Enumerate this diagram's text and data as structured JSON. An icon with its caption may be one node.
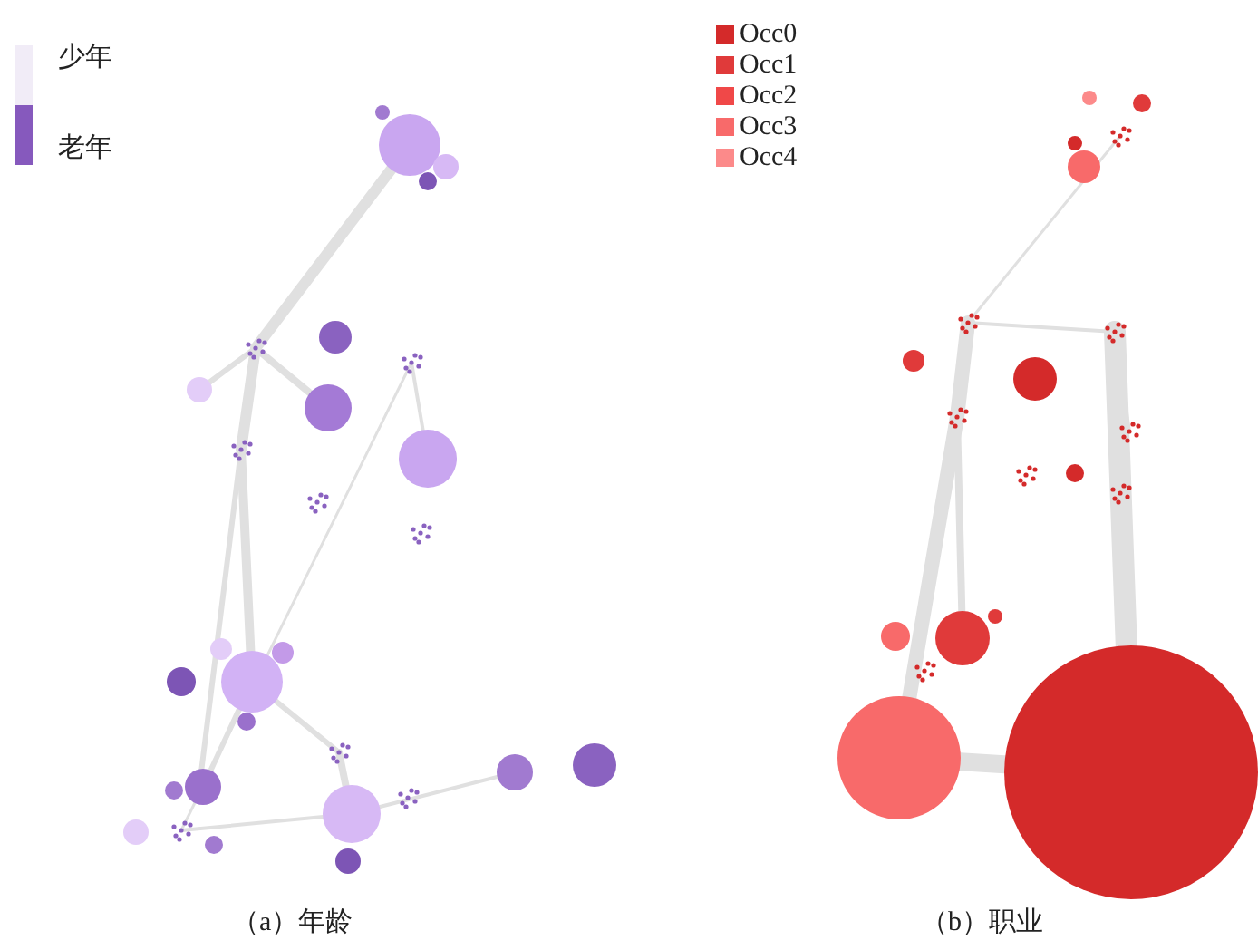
{
  "diagram": {
    "labels": [
      "（a）年龄",
      "（b）职业"
    ],
    "legend": [
      {
        "text": "少年",
        "color": "#f1ecf7"
      },
      {
        "text": "老年",
        "color": "#8659bd"
      },
      {
        "text": "Occ0",
        "color": "#d42a2a"
      },
      {
        "text": "Occ1",
        "color": "#e03a3a"
      },
      {
        "text": "Occ2",
        "color": "#f04848"
      },
      {
        "text": "Occ3",
        "color": "#f86a6a"
      },
      {
        "text": "Occ4",
        "color": "#fc8a8a"
      }
    ]
  }
}
